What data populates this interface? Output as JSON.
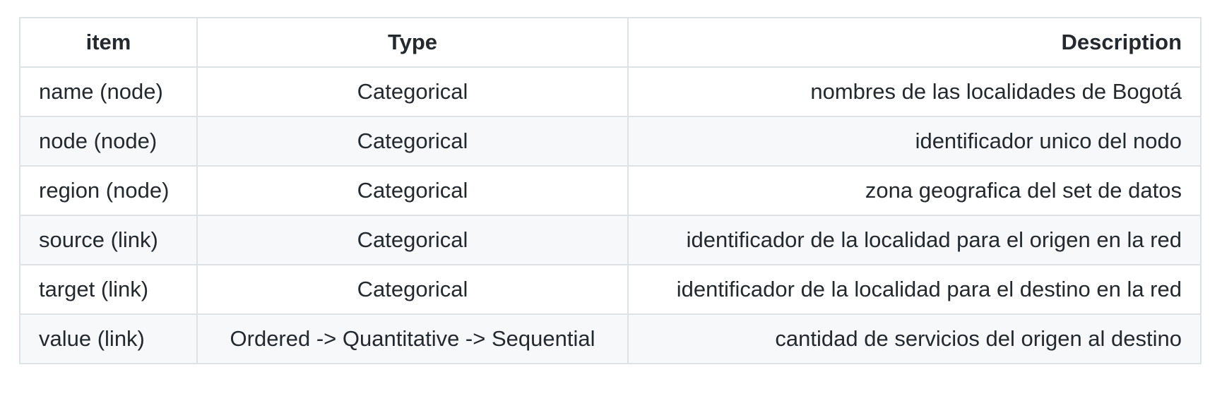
{
  "table": {
    "headers": [
      "item",
      "Type",
      "Description"
    ],
    "rows": [
      {
        "item": "name (node)",
        "type": "Categorical",
        "description": "nombres de las localidades de Bogotá"
      },
      {
        "item": "node (node)",
        "type": "Categorical",
        "description": "identificador unico del nodo"
      },
      {
        "item": "region (node)",
        "type": "Categorical",
        "description": "zona geografica del set de datos"
      },
      {
        "item": "source (link)",
        "type": "Categorical",
        "description": "identificador de la localidad para el origen en la red"
      },
      {
        "item": "target (link)",
        "type": "Categorical",
        "description": "identificador de la localidad para el destino en la red"
      },
      {
        "item": "value (link)",
        "type": "Ordered -> Quantitative -> Sequential",
        "description": "cantidad de servicios del origen al destino"
      }
    ]
  },
  "colors": {
    "border": "#dfe2e5",
    "stripe": "#f6f8fa",
    "text": "#24292e"
  }
}
